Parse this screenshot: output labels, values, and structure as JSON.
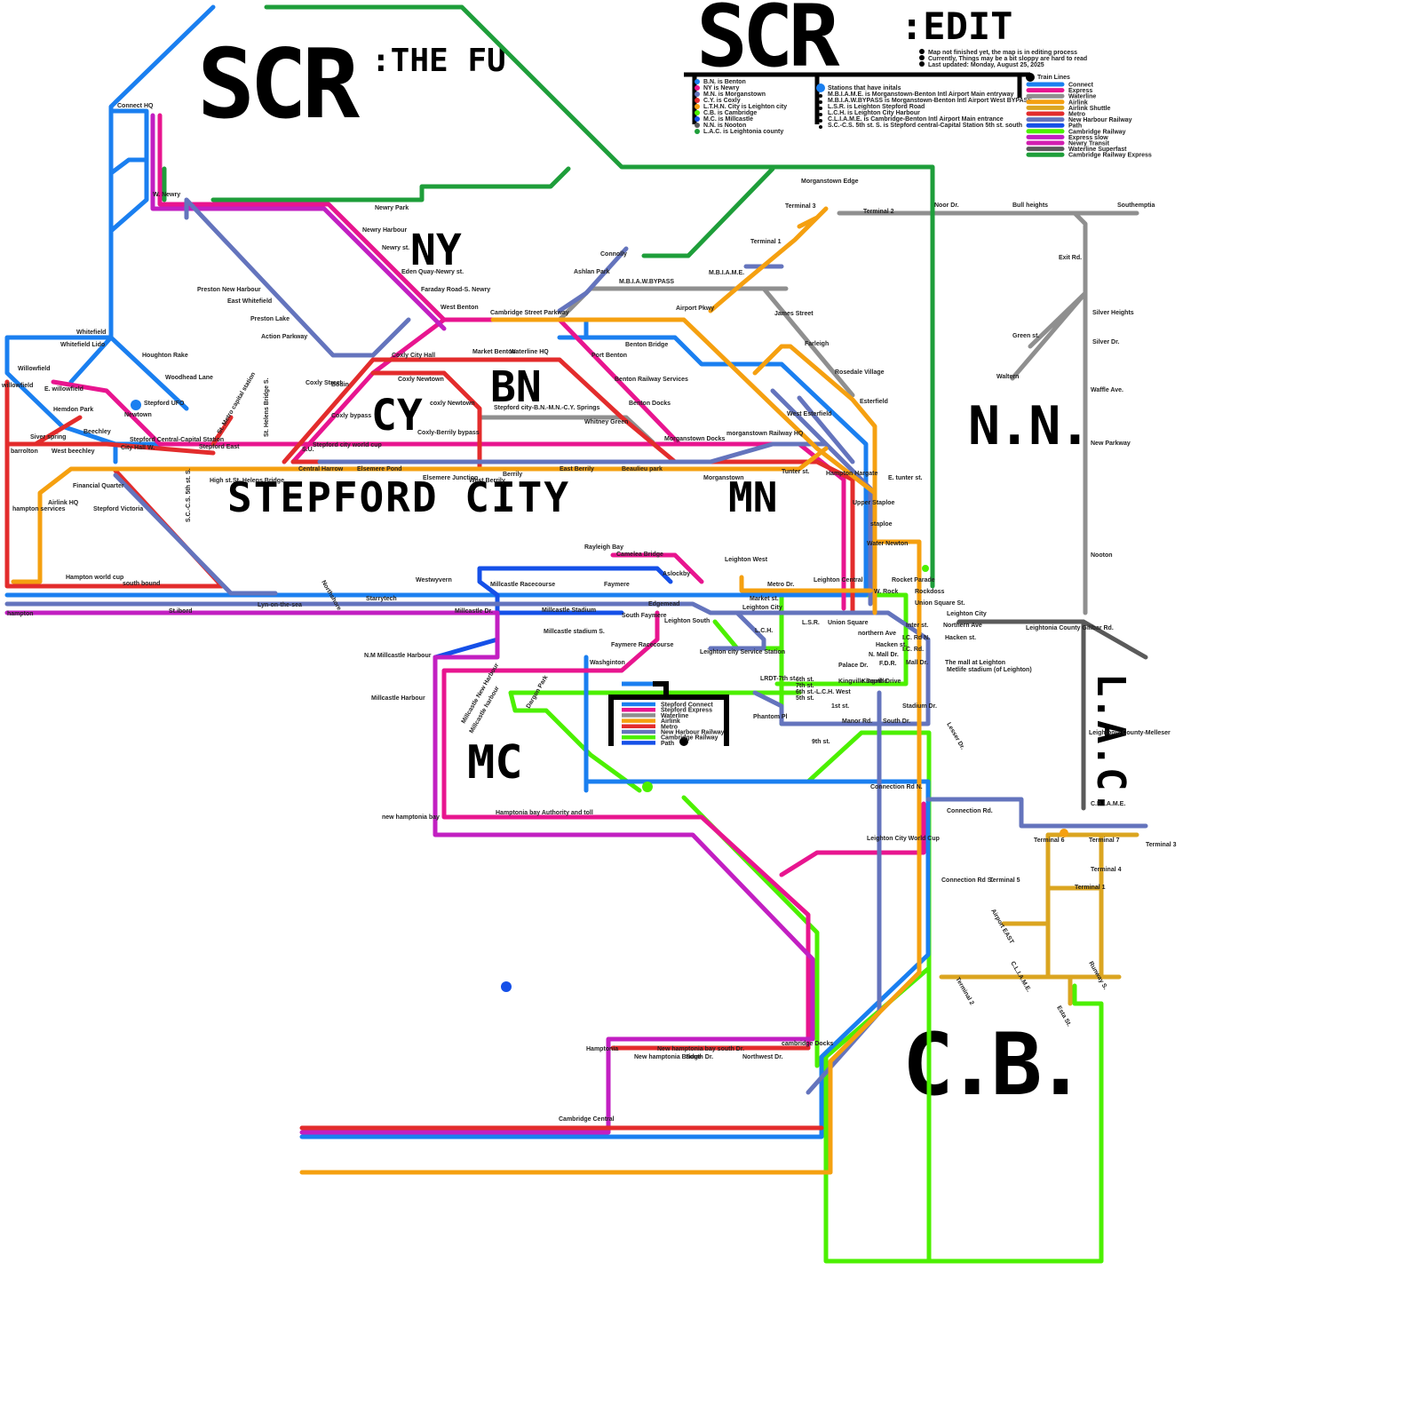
{
  "titles": {
    "left_main": "SCR",
    "left_sub": ":THE FU",
    "right_main": "SCR",
    "right_sub": ":EDIT"
  },
  "notes": [
    "Map not finished yet, the map is in editing process",
    "Currently, Things may be a bit sloppy are hard to read",
    "Last updated: Monday, August 25, 2025"
  ],
  "initials": [
    "B.N. is Benton",
    "NY is Newry",
    "M.N. is Morganstown",
    "C.Y. is Coxly",
    "L.T.H.N. City is Leighton city",
    "C.B. is Cambridge",
    "M.C. is Millcastle",
    "N.N. is Nooton",
    "L.A.C. is Leightonia county"
  ],
  "initial_stations_title": "Stations that have initals",
  "initial_stations": [
    "M.B.I.A.M.E. is Morganstown-Benton Intl Airport Main entryway",
    "M.B.I.A.W.BYPASS is Morganstown-Benton Intl Airport West BYPASS",
    "L.S.R. is Leighton Stepford Road",
    "L.C.H. is Leighton City Harbour",
    "C.L.I.A.M.E. is Cambridge-Benton Intl Airport Main entrance",
    "S.C.-C.S. 5th st. S. is Stepford central-Capital Station 5th st. south"
  ],
  "train_lines_title": "Train Lines",
  "train_lines": [
    {
      "name": "Connect",
      "color": "#1a7ff0"
    },
    {
      "name": "Express",
      "color": "#e8158f"
    },
    {
      "name": "Waterline",
      "color": "#8f8f8f"
    },
    {
      "name": "Airlink",
      "color": "#f5a010"
    },
    {
      "name": "Airlink Shuttle",
      "color": "#dba520"
    },
    {
      "name": "Metro",
      "color": "#e32c2c"
    },
    {
      "name": "New Harbour Railway",
      "color": "#6474bd"
    },
    {
      "name": "Path",
      "color": "#1550e8"
    },
    {
      "name": "Cambridge Railway",
      "color": "#4cf000"
    },
    {
      "name": "Express slow",
      "color": "#c21fc2"
    },
    {
      "name": "Newry Transit",
      "color": "#d21fb0"
    },
    {
      "name": "Waterline Superfast",
      "color": "#5a5a5a"
    },
    {
      "name": "Cambridge Railway Express",
      "color": "#1e9e3a"
    }
  ],
  "mc_legend": [
    "Stepford Connect",
    "Stepford Express",
    "Waterline",
    "Airlink",
    "Metro",
    "New Harbour Railway",
    "Cambridge Railway",
    "Path"
  ],
  "districts": [
    "NY",
    "BN",
    "CY",
    "STEPFORD CITY",
    "MN",
    "N.N.",
    "L.A.C.",
    "MC",
    "C.B."
  ],
  "stations": [
    "Connect HQ",
    "W. Newry",
    "Newry Park",
    "Newry Harbour",
    "Newry st.",
    "Eden Quay-Newry st.",
    "Faraday Road-S. Newry",
    "West Benton",
    "Cambridge Street Parkway",
    "Preston New Harbour",
    "East Whitefield",
    "Preston Lake",
    "Action Parkway",
    "Whitefield",
    "Whitefield Lido",
    "Houghton Rake",
    "Woodhead Lane",
    "Stepford UFO",
    "Newtown",
    "Willowfield",
    "willowfield",
    "E. willowfield",
    "Hemdon Park",
    "Beechley",
    "Siver spring",
    "barrolton",
    "West beechley",
    "City Hall W.",
    "Stepford Central-Capital Station",
    "Stepford East",
    "St. Metro capital station",
    "St. Helens Bridge S.",
    "St. Helens Bridge",
    "High st.",
    "S.C.-C.S. 5th st. S.",
    "Financial Quarter",
    "Airlink HQ",
    "hampton services",
    "Stepford Victoria",
    "Coxly Street",
    "Bodin",
    "Coxly City Hall",
    "Coxly Newtown",
    "Coxly bypass",
    "coxly Newtown",
    "Coxly-Berrily bypass",
    "Stepford city world cup",
    "S.U.",
    "Central Harrow",
    "Elsemere Pond",
    "Elsemere Junction",
    "West Berrily",
    "Berrily",
    "East Berrily",
    "Beaulieu park",
    "Morganstown",
    "Market Benton",
    "Waterline HQ",
    "Port Benton",
    "Benton Bridge",
    "Benton Railway Services",
    "Benton Docks",
    "Stepford city-B.N.-M.N.-C.Y. Springs",
    "Whitney Green",
    "Morganstown Docks",
    "morganstown Railway HQ",
    "Morganstown Edge",
    "Connolly",
    "Ashlan Park",
    "M.B.I.A.W.BYPASS",
    "M.B.I.A.M.E.",
    "Airport Pkwy",
    "Terminal 3",
    "Terminal 1",
    "Terminal 2",
    "James Street",
    "Farleigh",
    "Rosedale Village",
    "Esterfield",
    "West Esterfield",
    "Tunter st.",
    "Hampton Hargate",
    "E. tunter st.",
    "Upper Staploe",
    "staploe",
    "Water Newton",
    "Noor Dr.",
    "Bull heights",
    "Southemptia",
    "Exit Rd.",
    "Silver Heights",
    "Silver Dr.",
    "Green st.",
    "Waltern",
    "Waffle Ave.",
    "New Parkway",
    "Nooton",
    "Leightonia County Gillbar Rd.",
    "Leightonia County-Melleser",
    "C.B.I.A.M.E.",
    "Hampton world cup",
    "south bound",
    "Northshore",
    "Westwyvern",
    "Starrytech",
    "Lyn-on-the-sea",
    "St.ibord",
    "hampton",
    "Rayleigh Bay",
    "Camelea Bridge",
    "Aslockby",
    "Millcastle Racecourse",
    "Faymere",
    "Edgemead",
    "Millcastle Dr.",
    "Millcastle Stadium",
    "Millcastle stadium S.",
    "South Faymere",
    "Faymere Racecourse",
    "Washginton",
    "Leighton West",
    "Metro Dr.",
    "Leighton Central",
    "Market st.",
    "Leighton City",
    "Rocket Parade",
    "W. Rock",
    "Rockdoss",
    "Union Square St.",
    "Leighton South",
    "L.S.R.",
    "Union Square",
    "L.C.H.",
    "Leighton city Service Station",
    "N.M Millcastle Harbour",
    "Millcastle Harbour",
    "Millcastle New Harbour",
    "Millcastle harbour",
    "Dargon Park",
    "new hamptonia bay",
    "Hamptonia bay Authority and toll",
    "LRDT-7th st.",
    "6th st.",
    "7th st.",
    "6th st.-L.C.H. West",
    "5th st.",
    "Phantom Pl",
    "1st st.",
    "9th st.",
    "Kingville South Drive",
    "Kingville",
    "Manor Rd.",
    "South Dr.",
    "Stadium Dr.",
    "Palace Dr.",
    "F.D.R.",
    "N. Mall Dr.",
    "northern Ave",
    "Hacken st.",
    "Inter st.",
    "I.C. Rd N.",
    "I.C. Rd.",
    "Mall Dr.",
    "Leighton City",
    "Northern Ave",
    "Hacken st.",
    "The mall at Leighton",
    "Metlife stadium (of Leighton)",
    "Lesser Dr.",
    "Connection Rd N.",
    "Leighton City World Cup",
    "Connection Rd.",
    "Connection Rd S.",
    "Terminal 5",
    "Terminal 6",
    "Terminal 7",
    "Terminal 3",
    "Terminal 4",
    "Terminal 1",
    "Airport EAST",
    "C.L.I.A.M.E.",
    "Terminal 2",
    "Runway S.",
    "Esta St.",
    "cambridge Docks",
    "Hamptonia",
    "New hamptonia bay south Dr.",
    "South Dr.",
    "Northwest Dr.",
    "New hamptonia Bridge",
    "Cambridge Central"
  ]
}
